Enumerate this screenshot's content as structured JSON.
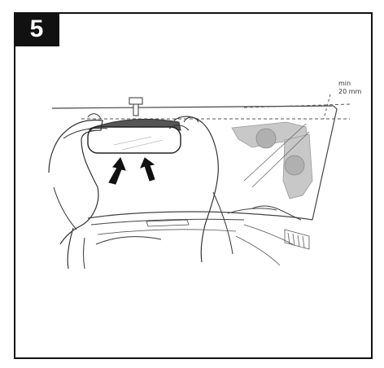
{
  "step": {
    "number": "5"
  },
  "clearance_note": {
    "line1": "min",
    "line2": "20 mm"
  },
  "icons": {
    "mirror": "rear-view-mirror",
    "arrows": "push-up-arrow",
    "mount": "suction-mount"
  },
  "colors": {
    "badge": "#111111",
    "mount": "#c8c8c8",
    "lines": "#444444"
  }
}
